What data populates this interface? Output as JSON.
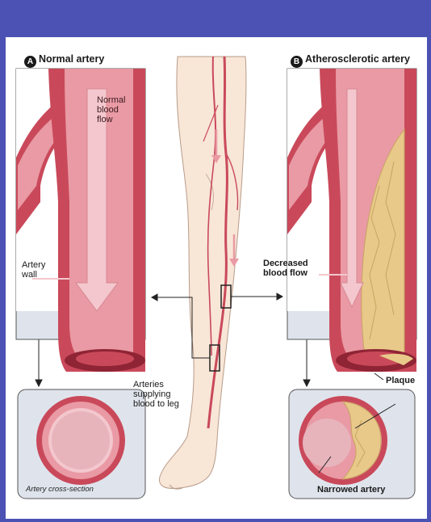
{
  "colors": {
    "background": "#4c52b3",
    "artery_outer": "#c9495a",
    "artery_inner": "#e99aa4",
    "blood_arrow": "#f3c7cd",
    "plaque": "#e8c98a",
    "box_fill": "#dfe4ec",
    "skin": "#f8e6d7"
  },
  "panel_a": {
    "badge": "A",
    "title": "Normal artery",
    "flow_label": "Normal\nblood\nflow",
    "wall_label": "Artery\nwall",
    "cross_section_caption": "Artery cross-section"
  },
  "panel_b": {
    "badge": "B",
    "title": "Atherosclerotic artery",
    "decreased_flow_label": "Decreased\nblood flow",
    "plaque_label": "Plaque",
    "narrowed_label": "Narrowed artery"
  },
  "leg": {
    "arteries_label": "Arteries\nsupplying\nblood to leg"
  }
}
